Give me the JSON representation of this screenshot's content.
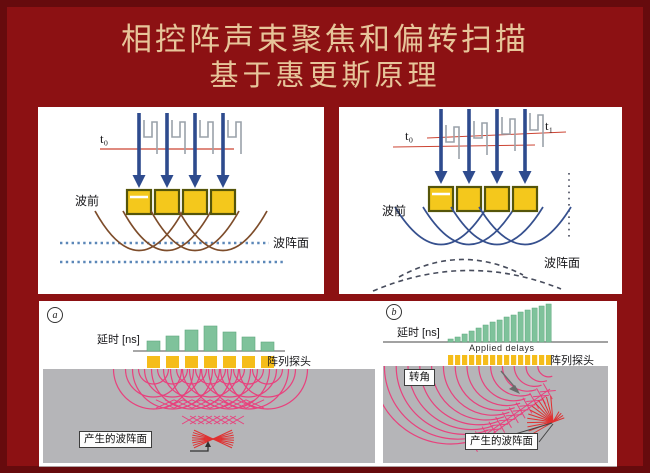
{
  "slide": {
    "title_line1": "相控阵声束聚焦和偏转扫描",
    "title_line2": "基于惠更斯原理",
    "background_color": "#8c1113",
    "title_color": "#e7c59a"
  },
  "top_left": {
    "time_label": "t₀",
    "wavefront_label": "波前",
    "wavefront_surface_label": "波阵面",
    "element_count": 4
  },
  "top_right": {
    "time_label_start": "t₀",
    "time_label_end": "t₁",
    "wavefront_label": "波前",
    "wavefront_surface_label": "波阵面",
    "element_count": 4
  },
  "bottom_left": {
    "tag": "a",
    "delay_axis_label": "延时 [ns]",
    "array_probe_label": "阵列探头",
    "generated_wavefront_label": "产生的波阵面",
    "delay_bars_ns": [
      10,
      15,
      21,
      25,
      19,
      14,
      9
    ],
    "element_count": 7
  },
  "bottom_right": {
    "tag": "b",
    "delay_axis_label": "延时 [ns]",
    "applied_delays_label": "Applied delays",
    "array_probe_label": "阵列探头",
    "steering_angle_label": "转角",
    "generated_wavefront_label": "产生的波阵面",
    "delay_bars_ns": [
      3,
      5,
      8,
      11,
      14,
      17,
      20,
      22,
      25,
      27,
      30,
      32,
      34,
      36,
      38
    ],
    "element_count": 15
  },
  "colors": {
    "element_yellow": "#f4c81c",
    "delay_bar_green": "#7fc29b",
    "arrow_navy": "#2e4b8e",
    "wavelet_pink": "#e8417d",
    "wavelet_brown": "#7d4c2a",
    "focus_red": "#e03030",
    "medium_gray": "#b5b5b8"
  }
}
